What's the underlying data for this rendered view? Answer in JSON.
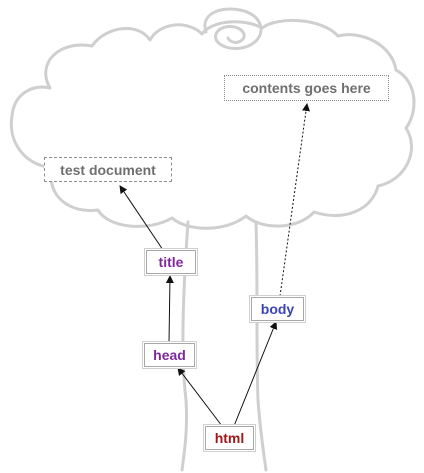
{
  "nodes": {
    "html": {
      "label": "html",
      "color": "#a01818"
    },
    "head": {
      "label": "head",
      "color": "#7f2a9c"
    },
    "title": {
      "label": "title",
      "color": "#7f2a9c"
    },
    "body": {
      "label": "body",
      "color": "#3b45b8"
    },
    "title_text": {
      "label": "test document",
      "color": "#6f6f6f"
    },
    "body_text": {
      "label": "contents goes here",
      "color": "#6f6f6f"
    }
  },
  "edges": [
    {
      "from": "html",
      "to": "head",
      "style": "solid"
    },
    {
      "from": "html",
      "to": "body",
      "style": "solid"
    },
    {
      "from": "head",
      "to": "title",
      "style": "solid"
    },
    {
      "from": "title",
      "to": "title_text",
      "style": "solid"
    },
    {
      "from": "body",
      "to": "body_text",
      "style": "dotted"
    }
  ]
}
